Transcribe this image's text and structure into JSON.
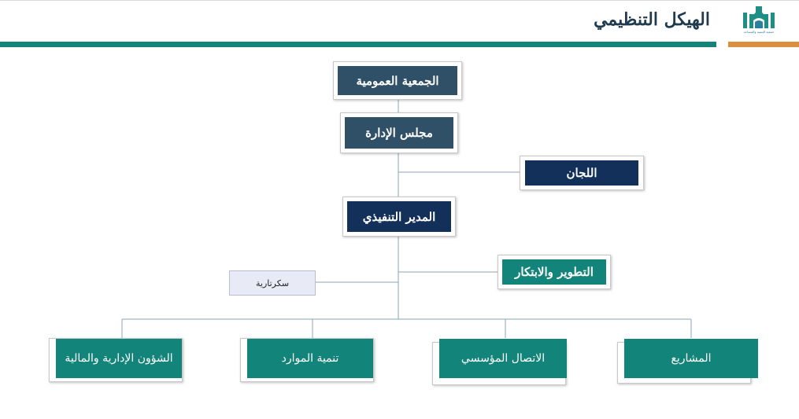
{
  "header": {
    "title": "الهيكل التنظيمي",
    "logo_text": "جمعية التنمية والمساجد",
    "accent_color": "#128479",
    "secondary_color": "#d9903f"
  },
  "org_chart": {
    "general_assembly": "الجمعية العمومية",
    "board": "مجلس الإدارة",
    "committees": "اللجان",
    "executive_director": "المدير التنفيذي",
    "development": "التطوير والابتكار",
    "secretariat": "سكرتارية",
    "departments": [
      "الشؤون الإدارية والمالية",
      "تنمية الموارد",
      "الاتصال المؤسسي",
      "المشاريع"
    ]
  },
  "colors": {
    "slate": "#2f5067",
    "navy": "#12305a",
    "teal": "#128479",
    "line": "#8aa6b6"
  }
}
